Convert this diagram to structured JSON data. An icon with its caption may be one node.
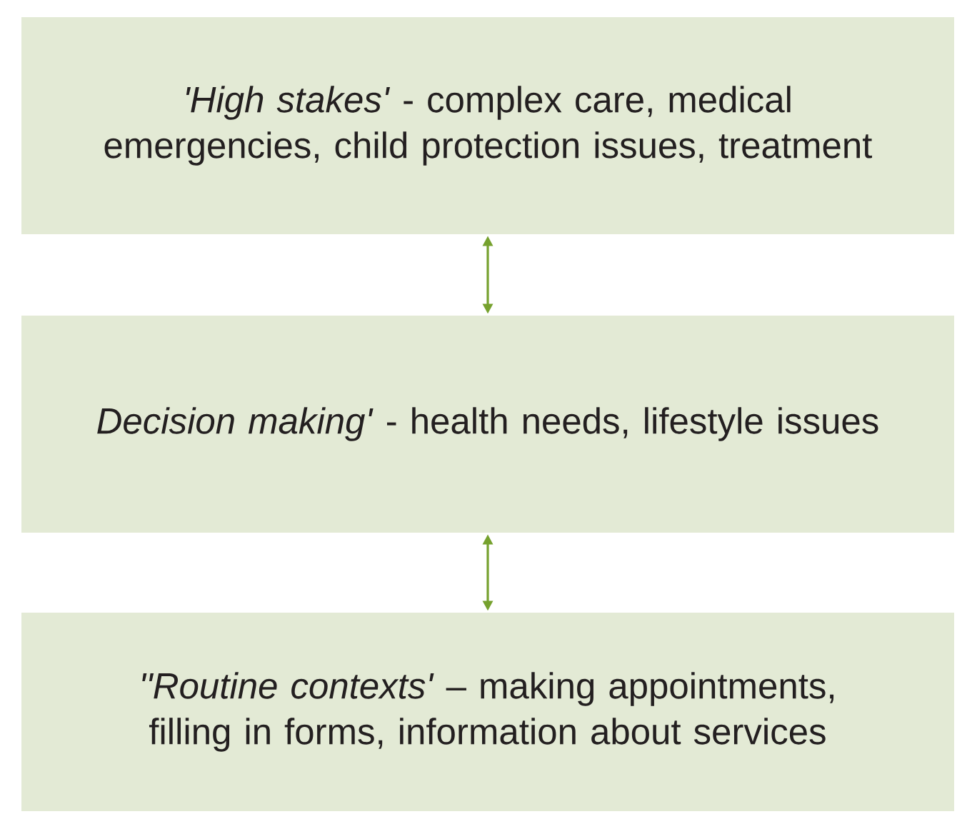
{
  "diagram": {
    "nodes": [
      {
        "text": [
          "*'High stakes'* - complex care, medical emergencies, child protection issues, treatment"
        ]
      },
      {
        "text": [
          "*Decision making'* - health needs, lifestyle issues"
        ]
      },
      {
        "text": [
          "*''Routine contexts'* – making appointments, filling in forms, information about services"
        ]
      }
    ],
    "edges": [
      {
        "from": 0,
        "to": 1,
        "arrow": "both"
      },
      {
        "from": 1,
        "to": 2,
        "arrow": "both"
      }
    ]
  }
}
